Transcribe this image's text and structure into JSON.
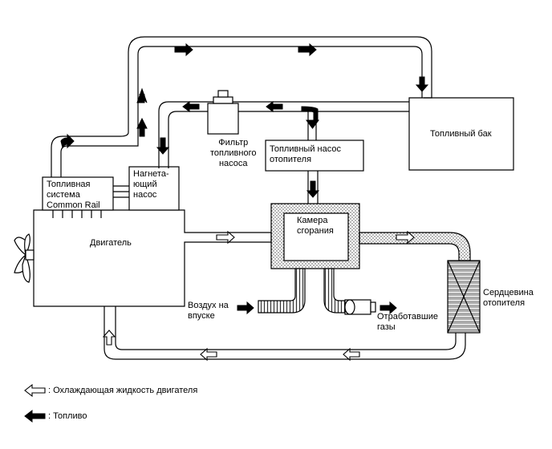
{
  "labels": {
    "common_rail": "Топливная\nсистема\nCommon Rail",
    "supercharger": "Нагнета-\nющий\nнасос",
    "fuel_filter": "Фильтр\nтопливного\nнасоса",
    "heater_fuel_pump": "Топливный насос\nотопителя",
    "fuel_tank": "Топливный бак",
    "engine": "Двигатель",
    "combustion_chamber": "Камера\nсгорания",
    "heater_core": "Сердцевина\nотопителя",
    "intake_air": "Воздух на\nвпуске",
    "exhaust_gas": "Отработавшие\nгазы"
  },
  "legend": {
    "coolant": ": Охлаждающая жидкость двигателя",
    "fuel": ": Топливо"
  }
}
